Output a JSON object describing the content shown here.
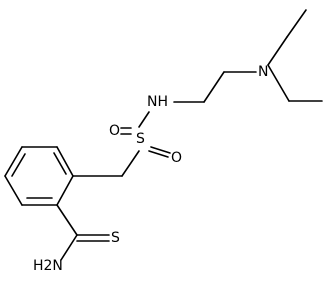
{
  "molecule": {
    "atoms": {
      "nh": "NH",
      "n": "N",
      "s": "S",
      "o_left": "O",
      "o_right": "O",
      "thioS": "S",
      "nh2": "H2N"
    },
    "colors": {
      "bond": "#000000",
      "label": "#000000",
      "background": "#ffffff"
    }
  }
}
